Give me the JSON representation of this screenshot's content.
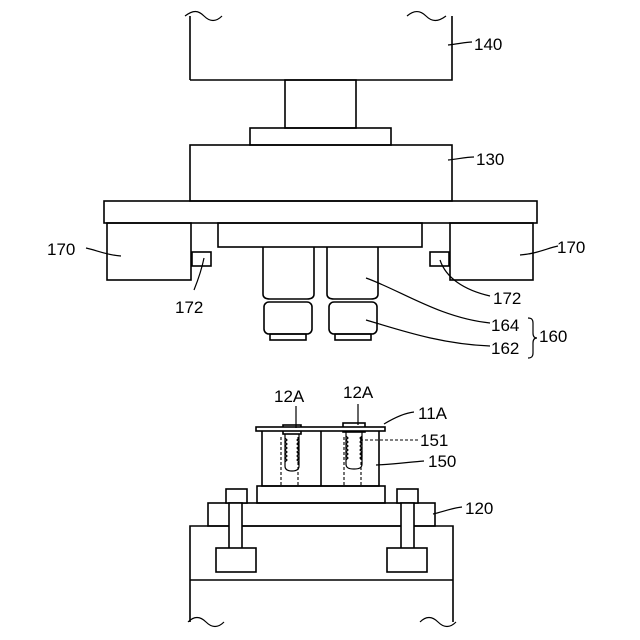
{
  "labels": {
    "l140": "140",
    "l130": "130",
    "l170_left": "170",
    "l170_right": "170",
    "l172_left": "172",
    "l172_right": "172",
    "l164": "164",
    "l162": "162",
    "l160": "160",
    "l12A_left": "12A",
    "l12A_right": "12A",
    "l11A": "11A",
    "l151": "151",
    "l150": "150",
    "l120": "120"
  }
}
